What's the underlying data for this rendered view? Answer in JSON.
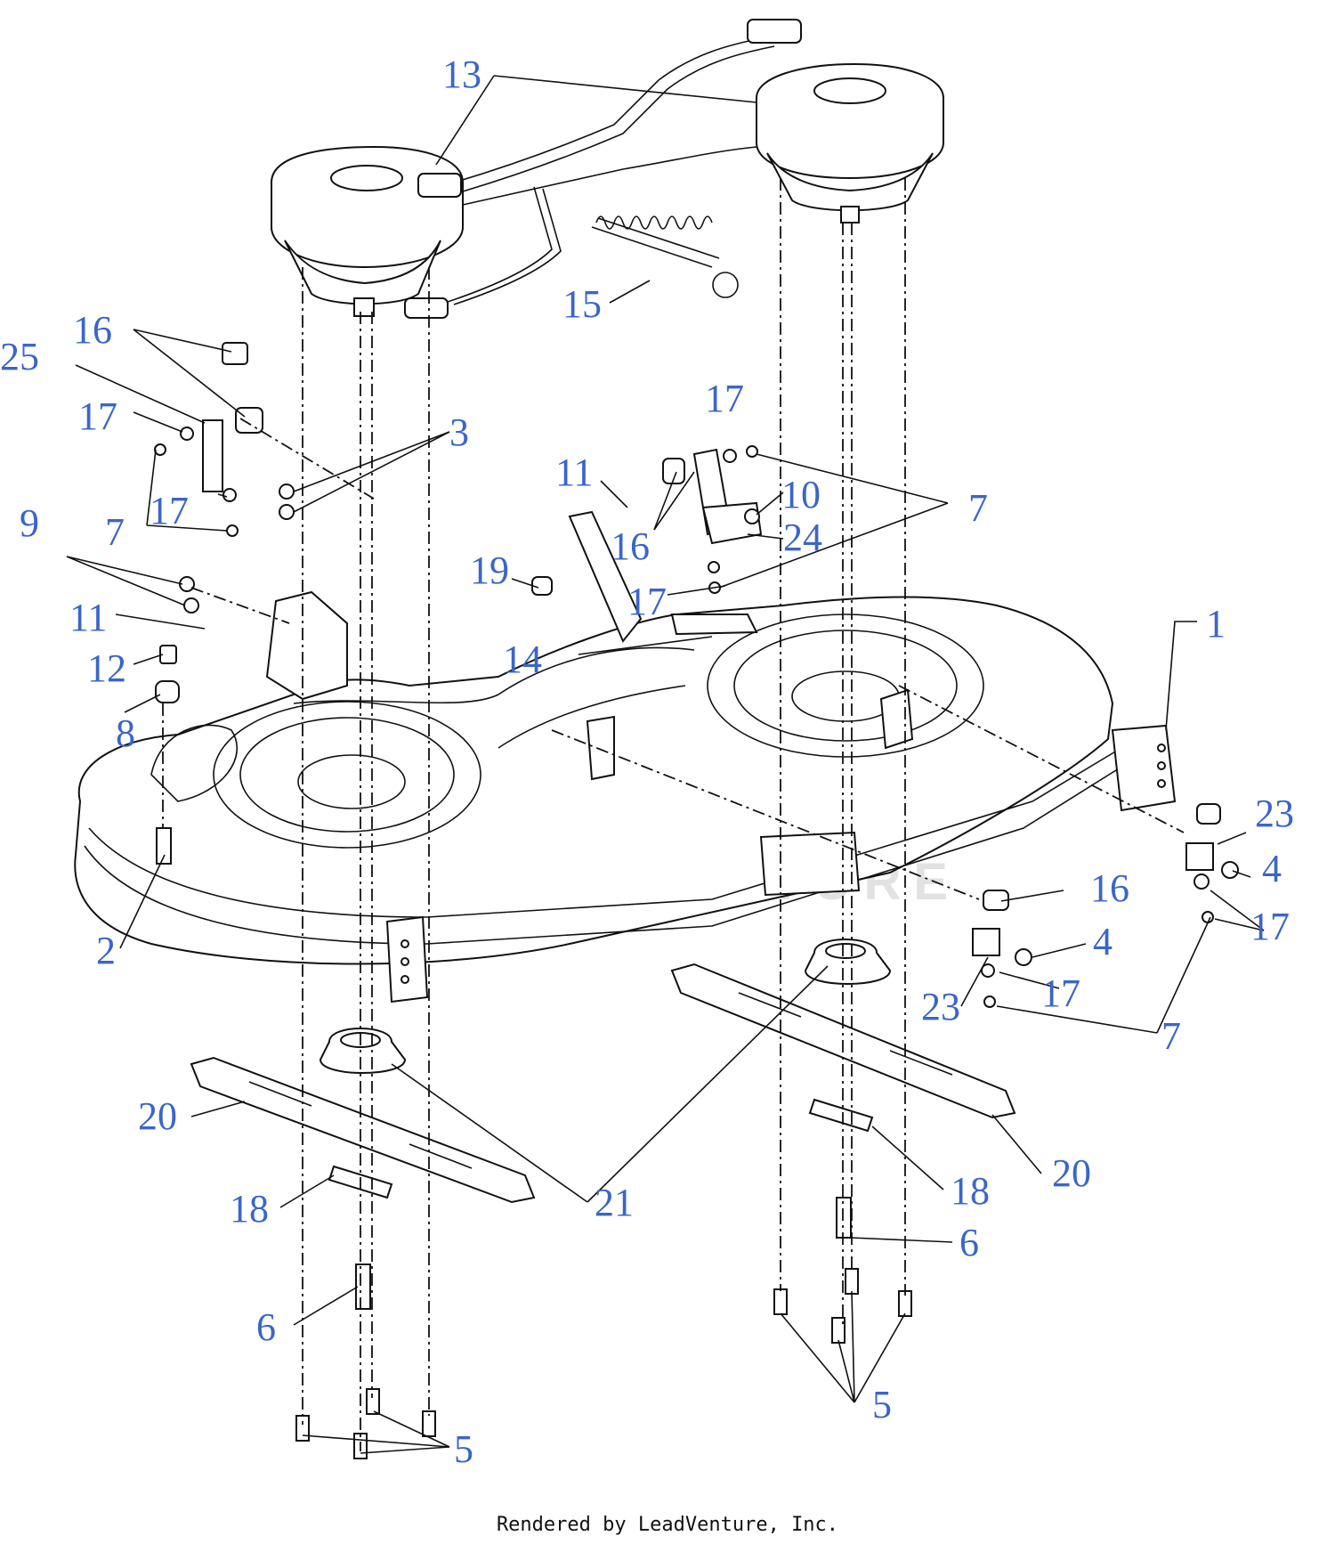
{
  "diagram": {
    "watermark": "LEADVENTURE",
    "footer": "Rendered by LeadVenture, Inc.",
    "callouts": [
      {
        "id": "c13",
        "text": "13"
      },
      {
        "id": "c15",
        "text": "15"
      },
      {
        "id": "c16a",
        "text": "16"
      },
      {
        "id": "c25",
        "text": "25"
      },
      {
        "id": "c17a",
        "text": "17"
      },
      {
        "id": "c17b",
        "text": "17"
      },
      {
        "id": "c7a",
        "text": "7"
      },
      {
        "id": "c3",
        "text": "3"
      },
      {
        "id": "c9",
        "text": "9"
      },
      {
        "id": "c11a",
        "text": "11"
      },
      {
        "id": "c12",
        "text": "12"
      },
      {
        "id": "c8",
        "text": "8"
      },
      {
        "id": "c2",
        "text": "2"
      },
      {
        "id": "c17c",
        "text": "17"
      },
      {
        "id": "c11b",
        "text": "11"
      },
      {
        "id": "c16b",
        "text": "16"
      },
      {
        "id": "c10",
        "text": "10"
      },
      {
        "id": "c7b",
        "text": "7"
      },
      {
        "id": "c24",
        "text": "24"
      },
      {
        "id": "c19",
        "text": "19"
      },
      {
        "id": "c17d",
        "text": "17"
      },
      {
        "id": "c14",
        "text": "14"
      },
      {
        "id": "c1",
        "text": "1"
      },
      {
        "id": "c23a",
        "text": "23"
      },
      {
        "id": "c4a",
        "text": "4"
      },
      {
        "id": "c16c",
        "text": "16"
      },
      {
        "id": "c17e",
        "text": "17"
      },
      {
        "id": "c4b",
        "text": "4"
      },
      {
        "id": "c23b",
        "text": "23"
      },
      {
        "id": "c17f",
        "text": "17"
      },
      {
        "id": "c7c",
        "text": "7"
      },
      {
        "id": "c20a",
        "text": "20"
      },
      {
        "id": "c21",
        "text": "21"
      },
      {
        "id": "c18a",
        "text": "18"
      },
      {
        "id": "c6a",
        "text": "6"
      },
      {
        "id": "c5a",
        "text": "5"
      },
      {
        "id": "c20b",
        "text": "20"
      },
      {
        "id": "c18b",
        "text": "18"
      },
      {
        "id": "c6b",
        "text": "6"
      },
      {
        "id": "c5b",
        "text": "5"
      }
    ]
  }
}
